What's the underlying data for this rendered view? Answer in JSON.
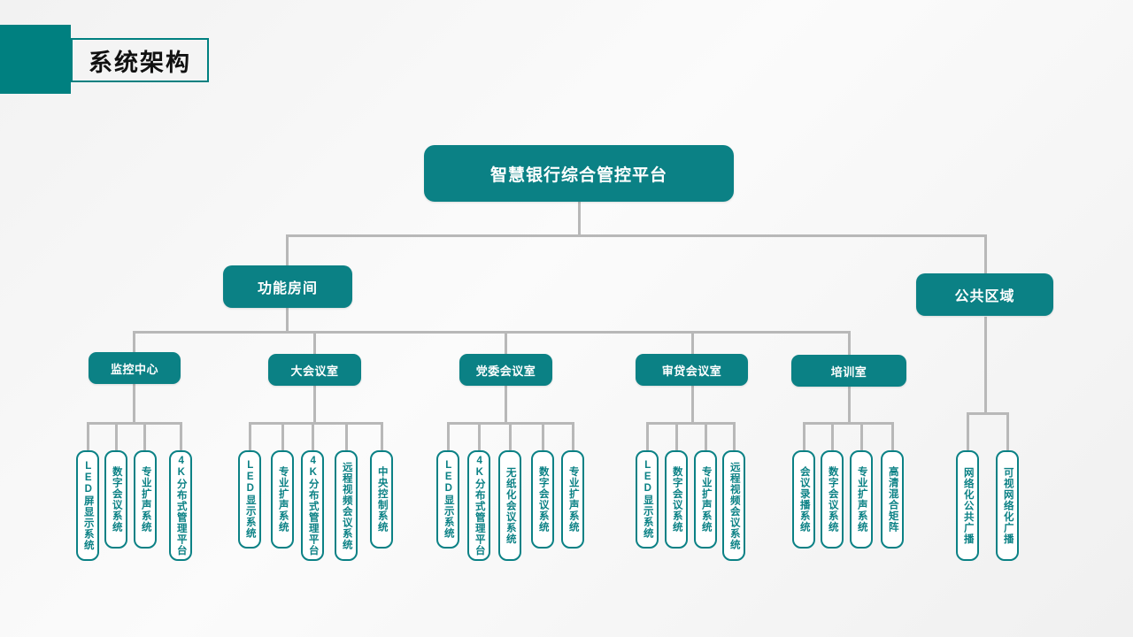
{
  "header": {
    "title": "系统架构",
    "accent_color": "#008080"
  },
  "theme": {
    "node_fill": "#0b8185",
    "node_text": "#ffffff",
    "leaf_border": "#0b8185",
    "leaf_text": "#0b8185",
    "connector": "#b8b8b8",
    "background": "#f2f2f2"
  },
  "diagram": {
    "root": {
      "label": "智慧银行综合管控平台"
    },
    "level2": [
      {
        "label": "功能房间"
      },
      {
        "label": "公共区域"
      }
    ],
    "level3": [
      {
        "label": "监控中心"
      },
      {
        "label": "大会议室"
      },
      {
        "label": "党委会议室"
      },
      {
        "label": "审贷会议室"
      },
      {
        "label": "培训室"
      }
    ],
    "groups": [
      {
        "parent": "监控中心",
        "leaves": [
          "LED屏显示系统",
          "数字会议系统",
          "专业扩声系统",
          "4K分布式管理平台"
        ]
      },
      {
        "parent": "大会议室",
        "leaves": [
          "LED显示系统",
          "专业扩声系统",
          "4K分布式管理平台",
          "远程视频会议系统",
          "中央控制系统"
        ]
      },
      {
        "parent": "党委会议室",
        "leaves": [
          "LED显示系统",
          "4K分布式管理平台",
          "无纸化会议系统",
          "数字会议系统",
          "专业扩声系统"
        ]
      },
      {
        "parent": "审贷会议室",
        "leaves": [
          "LED显示系统",
          "数字会议系统",
          "专业扩声系统",
          "远程视频会议系统"
        ]
      },
      {
        "parent": "培训室",
        "leaves": [
          "会议录播系统",
          "数字会议系统",
          "专业扩声系统",
          "高清混合矩阵"
        ]
      },
      {
        "parent": "公共区域",
        "leaves": [
          "网络化公共广播",
          "可视网络化广播"
        ]
      }
    ]
  }
}
